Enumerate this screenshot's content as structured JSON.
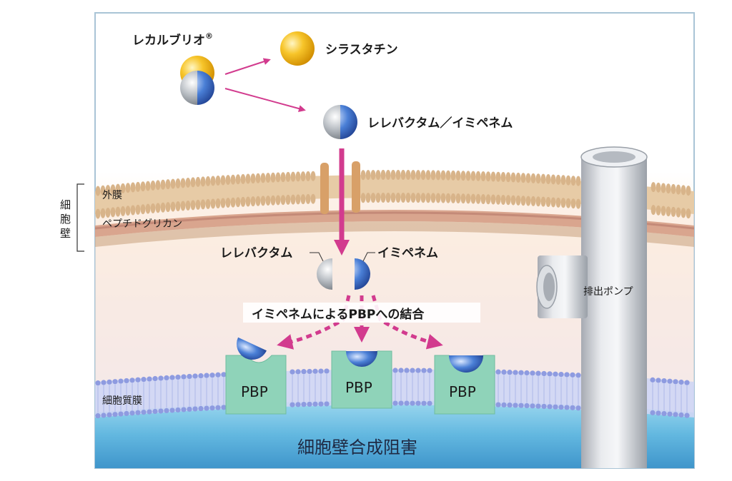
{
  "drug": {
    "name": "レカルブリオ",
    "mark": "®"
  },
  "components": {
    "cilastatin": "シラスタチン",
    "combo": "レレバクタム／イミペネム",
    "relebactam": "レレバクタム",
    "imipenem": "イミペネム"
  },
  "membranes": {
    "cell_wall": "細胞壁",
    "outer_membrane": "外膜",
    "peptidoglycan": "ペプチドグリカン",
    "cytoplasmic_membrane": "細胞質膜"
  },
  "pump": "排出ポンプ",
  "binding": "イミペネムによるPBPへの結合",
  "pbp": [
    "PBP",
    "PBP",
    "PBP"
  ],
  "result": "細胞壁合成阻害",
  "colors": {
    "arrow": "#d23b8e",
    "imipenem_blue": "#3b6fc4",
    "cilastatin_yellow": "#f2b705",
    "relebactam_gray": "#9aa0a6",
    "pbp_green": "#8fd3b9",
    "frame": "#a9c4d6",
    "lipid_tan": "#d8b48a",
    "lipid_blue": "#8e9be0"
  }
}
